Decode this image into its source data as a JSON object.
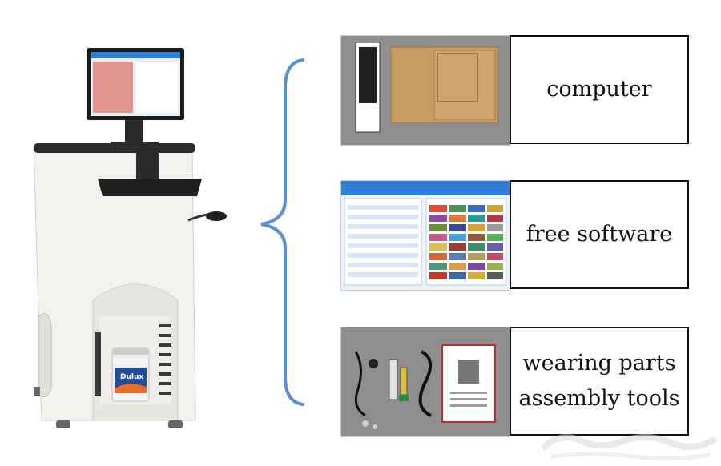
{
  "rows": [
    {
      "label_lines": [
        "computer"
      ]
    },
    {
      "label_lines": [
        "free software"
      ]
    },
    {
      "label_lines": [
        "wearing parts",
        "assembly tools"
      ]
    }
  ],
  "machine": {
    "paint_can_brand": "Dulux"
  },
  "colors": {
    "brace": "#5a8fd0",
    "label_border": "#111111",
    "software_header": "#2f7fd6"
  }
}
